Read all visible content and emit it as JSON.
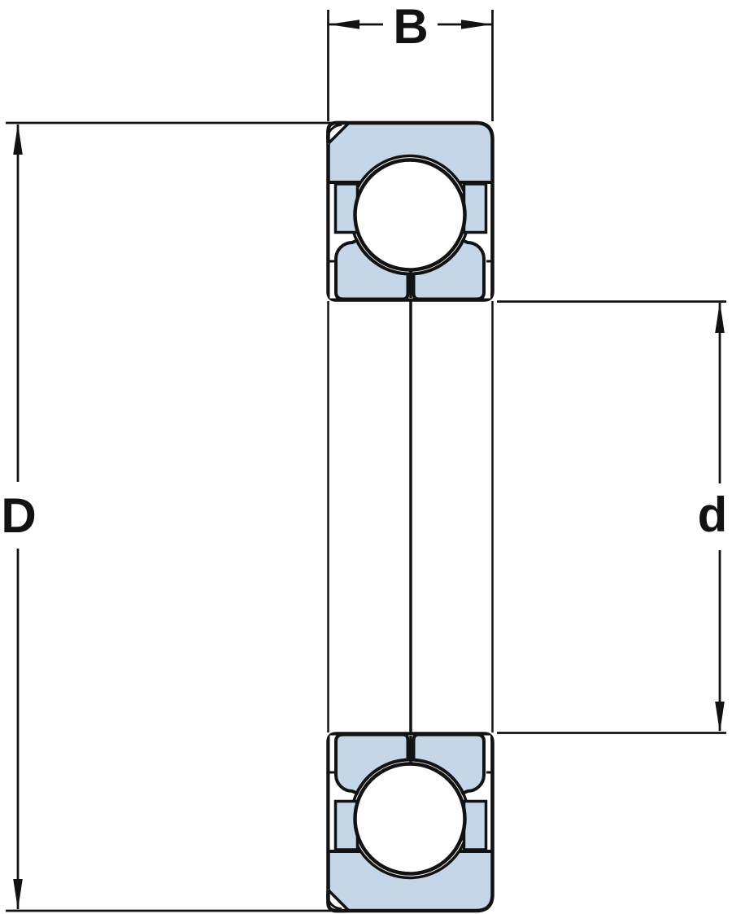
{
  "figure": {
    "description": "Ball bearing cross-section drawing with principal dimensions",
    "labels": {
      "width": "B",
      "outer_diameter": "D",
      "bore_diameter": "d"
    },
    "colors": {
      "ring-fill": "#c5d6e9",
      "line": "#121212",
      "background": "#ffffff"
    }
  }
}
